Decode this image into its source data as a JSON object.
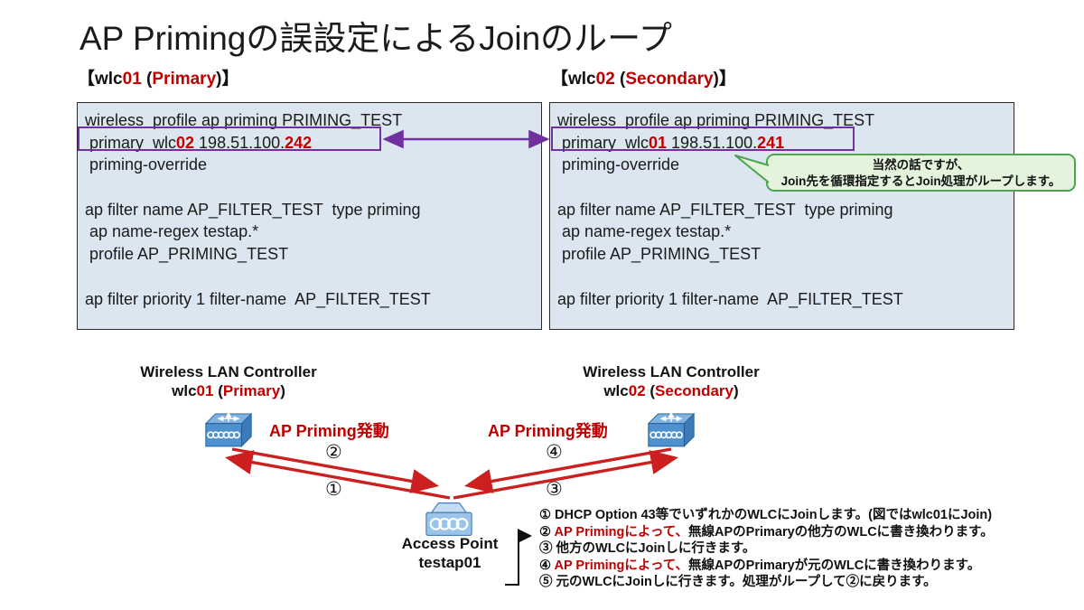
{
  "colors": {
    "accent_red": "#c00000",
    "arrow_red": "#cc1f1f",
    "highlight_purple": "#7030a0",
    "config_box_bg": "#dce6f1",
    "callout_bg": "#e4f3dc",
    "callout_border": "#4ea44e",
    "icon_blue": "#4f91cf"
  },
  "title": "AP Primingの誤設定によるJoinのループ",
  "panels": {
    "left": {
      "header": [
        {
          "t": "【wlc"
        },
        {
          "t": "01",
          "c": "#c00000"
        },
        {
          "t": " ("
        },
        {
          "t": "Primary",
          "c": "#c00000"
        },
        {
          "t": ")】"
        }
      ],
      "config": [
        [
          {
            "t": "wireless  profile ap priming PRIMING_TEST"
          }
        ],
        [
          {
            "t": " primary  wlc"
          },
          {
            "t": "02",
            "c": "#c00000",
            "b": 1
          },
          {
            "t": " 198.51.100."
          },
          {
            "t": "242",
            "c": "#c00000",
            "b": 1
          }
        ],
        [
          {
            "t": " priming-override"
          }
        ],
        [],
        [
          {
            "t": "ap filter name AP_FILTER_TEST  type priming"
          }
        ],
        [
          {
            "t": " ap name-regex testap.*"
          }
        ],
        [
          {
            "t": " profile AP_PRIMING_TEST"
          }
        ],
        [],
        [
          {
            "t": "ap filter priority 1 filter-name  AP_FILTER_TEST"
          }
        ]
      ]
    },
    "right": {
      "header": [
        {
          "t": "【wlc"
        },
        {
          "t": "02",
          "c": "#c00000"
        },
        {
          "t": " ("
        },
        {
          "t": "Secondary",
          "c": "#c00000"
        },
        {
          "t": ")】"
        }
      ],
      "config": [
        [
          {
            "t": "wireless  profile ap priming PRIMING_TEST"
          }
        ],
        [
          {
            "t": " primary  wlc"
          },
          {
            "t": "01",
            "c": "#c00000",
            "b": 1
          },
          {
            "t": " 198.51.100."
          },
          {
            "t": "241",
            "c": "#c00000",
            "b": 1
          }
        ],
        [
          {
            "t": " priming-override"
          }
        ],
        [],
        [
          {
            "t": "ap filter name AP_FILTER_TEST  type priming"
          }
        ],
        [
          {
            "t": " ap name-regex testap.*"
          }
        ],
        [
          {
            "t": " profile AP_PRIMING_TEST"
          }
        ],
        [],
        [
          {
            "t": "ap filter priority 1 filter-name  AP_FILTER_TEST"
          }
        ]
      ]
    }
  },
  "callout": {
    "line1": "当然の話ですが、",
    "line2": "Join先を循環指定するとJoin処理がループします。"
  },
  "diagram": {
    "wlc_left": {
      "line1": "Wireless LAN Controller",
      "line2": [
        {
          "t": "wlc"
        },
        {
          "t": "01",
          "c": "#c00000"
        },
        {
          "t": " ("
        },
        {
          "t": "Primary",
          "c": "#c00000"
        },
        {
          "t": ")"
        }
      ]
    },
    "wlc_right": {
      "line1": "Wireless LAN Controller",
      "line2": [
        {
          "t": "wlc"
        },
        {
          "t": "02",
          "c": "#c00000"
        },
        {
          "t": " ("
        },
        {
          "t": "Secondary",
          "c": "#c00000"
        },
        {
          "t": ")"
        }
      ]
    },
    "priming_label_left": "AP Priming発動",
    "priming_label_right": "AP Priming発動",
    "markers": {
      "m1": "①",
      "m2": "②",
      "m3": "③",
      "m4": "④"
    },
    "ap": {
      "line1": "Access Point",
      "line2": "testap01"
    }
  },
  "steps": [
    [
      {
        "t": "① DHCP Option 43等でいずれかのWLCにJoinします。(図ではwlc01にJoin)"
      }
    ],
    [
      {
        "t": "② "
      },
      {
        "t": "AP Primingによって、",
        "c": "#c00000"
      },
      {
        "t": "無線APのPrimaryの他方のWLCに書き換わります。"
      }
    ],
    [
      {
        "t": "③ 他方のWLCにJoinしに行きます。"
      }
    ],
    [
      {
        "t": "④ "
      },
      {
        "t": "AP Primingによって、",
        "c": "#c00000"
      },
      {
        "t": "無線APのPrimaryが元のWLCに書き換わります。"
      }
    ],
    [
      {
        "t": "⑤ 元のWLCにJoinしに行きます。処理がループして②に戻ります。"
      }
    ]
  ]
}
